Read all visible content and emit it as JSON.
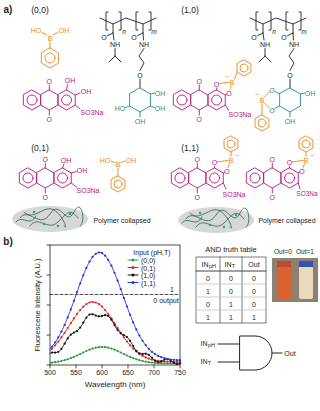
{
  "diagram": {
    "labels": [
      "a)",
      "(0,0)",
      "(1,0)",
      "(0,1)",
      "(1,1)",
      "HO",
      "B",
      "OH",
      "O",
      "O",
      "OH",
      "OH",
      "SO3Na",
      "n",
      "m",
      "O",
      "NH",
      "O",
      "NH",
      "O",
      "OH",
      "OH",
      "OH",
      "HO",
      "n",
      "m",
      "O",
      "NH",
      "O",
      "NH",
      "O",
      "OH",
      "OH",
      "O",
      "O",
      "B",
      "−",
      "O",
      "O",
      "B",
      "−",
      "O",
      "O",
      "SO3Na",
      "O",
      "O",
      "OH",
      "OH",
      "SO3Na",
      "HO",
      "B",
      "OH",
      "Polymer collapsed",
      "O",
      "O",
      "O",
      "B",
      "−",
      "O",
      "SO3Na",
      "O",
      "O",
      "O",
      "B",
      "−",
      "O",
      "SO3Na",
      "Polymer collapsed",
      "b)",
      "Fluorescene Intensity (A.U.)",
      "500",
      "550",
      "600",
      "650",
      "700",
      "750",
      "Wavelength (nm)",
      "Input (pH,T)",
      "1",
      "0 output",
      "AND truth table",
      "IN",
      "pH",
      "IN",
      "T",
      "Out",
      "0",
      "0",
      "0",
      "1",
      "0",
      "0",
      "0",
      "1",
      "0",
      "1",
      "1",
      "1",
      "Out=0",
      "Out=1",
      "IN",
      "pH",
      "IN",
      "T",
      "Out"
    ],
    "legend": [
      {
        "text": "(0,0)"
      },
      {
        "text": "(0,1)"
      },
      {
        "text": "(1,0)"
      },
      {
        "text": "(1,1)"
      }
    ]
  }
}
